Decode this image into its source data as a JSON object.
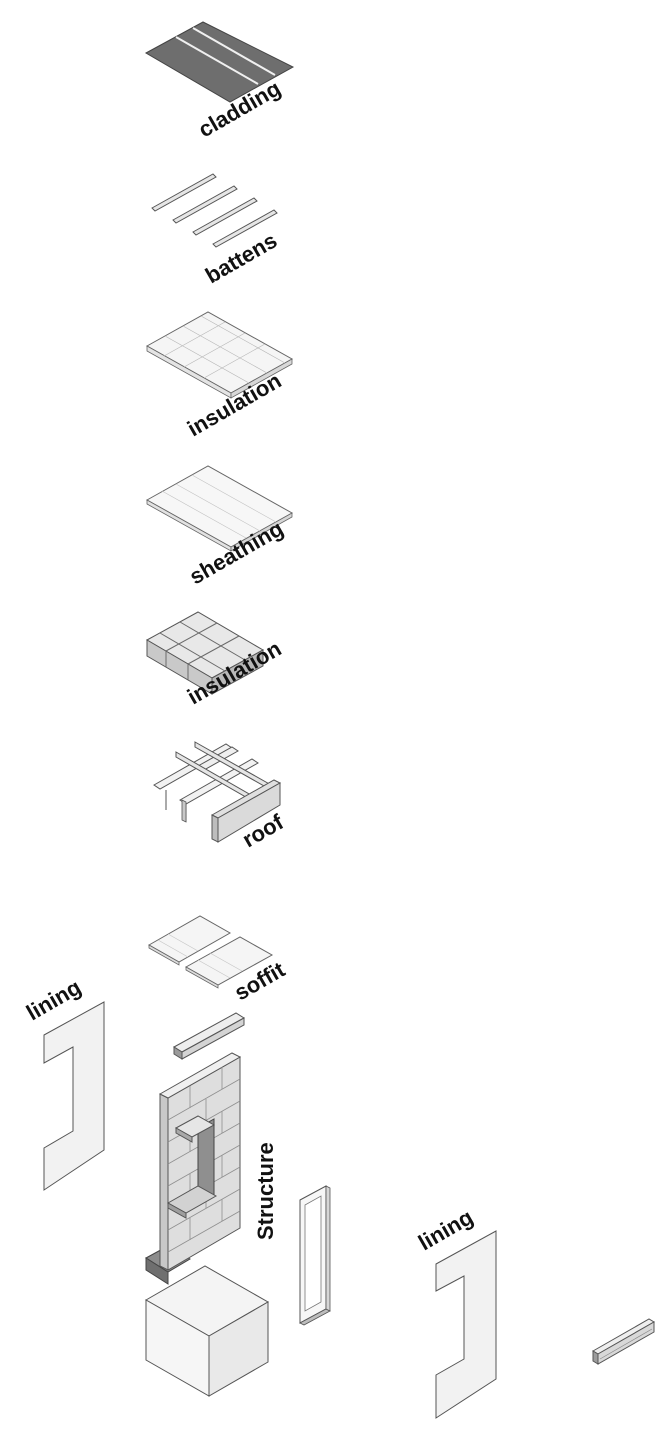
{
  "labels": {
    "cladding": "cladding",
    "battens": "battens",
    "insulation_upper": "insulation",
    "sheathing": "sheathing",
    "insulation_lower": "insulation",
    "roof": "roof",
    "soffit": "soffit",
    "lining_left": "lining",
    "structure": "Structure",
    "lining_right": "lining"
  },
  "colors": {
    "cladding": "#6e6e6e",
    "panel": "#f3f3f3",
    "block": "#d9d9d9",
    "dark": "#777777",
    "line": "#555555"
  }
}
